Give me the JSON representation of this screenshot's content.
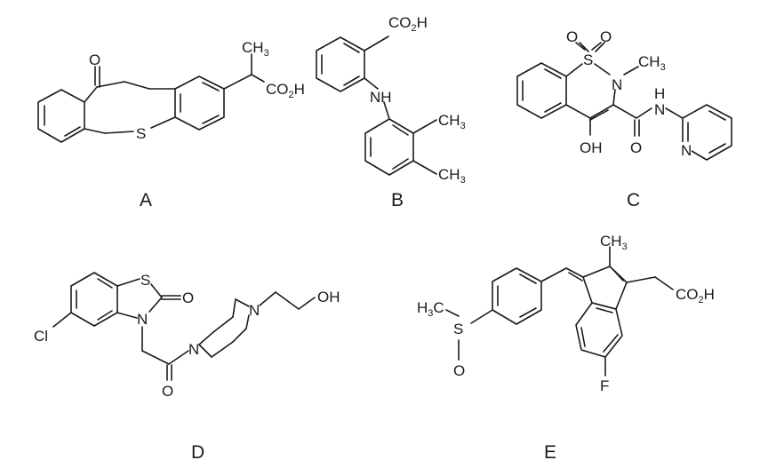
{
  "captions": {
    "a": "A",
    "b": "B",
    "c": "C",
    "d": "D",
    "e": "E"
  },
  "mol_a": {
    "o_ketone": "O",
    "s_ring": "S",
    "methyl": "CH",
    "methyl_sub": "3",
    "acid_pre": "CO",
    "acid_sub": "2",
    "acid_post": "H"
  },
  "mol_b": {
    "acid_pre": "CO",
    "acid_sub": "2",
    "acid_post": "H",
    "nh": "NH",
    "methyl": "CH",
    "methyl_sub": "3"
  },
  "mol_c": {
    "o_sulfonyl": "O",
    "s_ring": "S",
    "n_ring": "N",
    "methyl": "CH",
    "methyl_sub": "3",
    "h": "H",
    "n_amide": "N",
    "oh": "OH",
    "o_amide": "O",
    "n_pyridine": "N"
  },
  "mol_d": {
    "s_ring": "S",
    "o_ring": "O",
    "n_ring": "N",
    "cl": "Cl",
    "n_pip": "N",
    "oh": "OH",
    "o_amide": "O"
  },
  "mol_e": {
    "methyl": "CH",
    "methyl_sub": "3",
    "acid_pre": "CO",
    "acid_sub": "2",
    "acid_post": "H",
    "h3c_pre": "H",
    "h3c_sub": "3",
    "h3c_post": "C",
    "s": "S",
    "o": "O",
    "f": "F"
  }
}
